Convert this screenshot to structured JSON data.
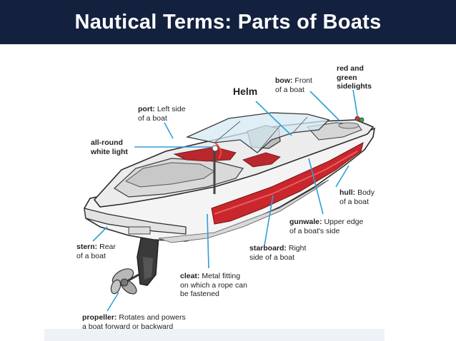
{
  "header": {
    "title": "Nautical Terms: Parts of Boats"
  },
  "labels": {
    "helm": "Helm",
    "bow": {
      "term": "bow:",
      "line1": "Front",
      "line2": "of a boat"
    },
    "sidelights": {
      "line1": "red and",
      "line2": "green",
      "line3": "sidelights"
    },
    "port": {
      "term": "port:",
      "line1": "Left side",
      "line2": "of a boat"
    },
    "allround": {
      "line1": "all-round",
      "line2": "white light"
    },
    "hull": {
      "term": "hull:",
      "line1": "Body",
      "line2": "of a boat"
    },
    "gunwale": {
      "term": "gunwale:",
      "line1": "Upper edge",
      "line2": "of a boat's side"
    },
    "stern": {
      "term": "stern:",
      "line1": "Rear",
      "line2": "of a boat"
    },
    "starboard": {
      "term": "starboard:",
      "line1": "Right",
      "line2": "side of a boat"
    },
    "cleat": {
      "term": "cleat:",
      "line1": "Metal fitting",
      "line2": "on which a rope can",
      "line3": "be fastened"
    },
    "propeller": {
      "term": "propeller:",
      "line1": "Rotates and powers",
      "line2": "a boat forward or backward"
    }
  },
  "colors": {
    "header_bg": "#13213f",
    "leader_line": "#2f9fd8",
    "hull_red": "#c9272d",
    "hull_white": "#f4f4f4",
    "outline": "#2a2a2a"
  }
}
